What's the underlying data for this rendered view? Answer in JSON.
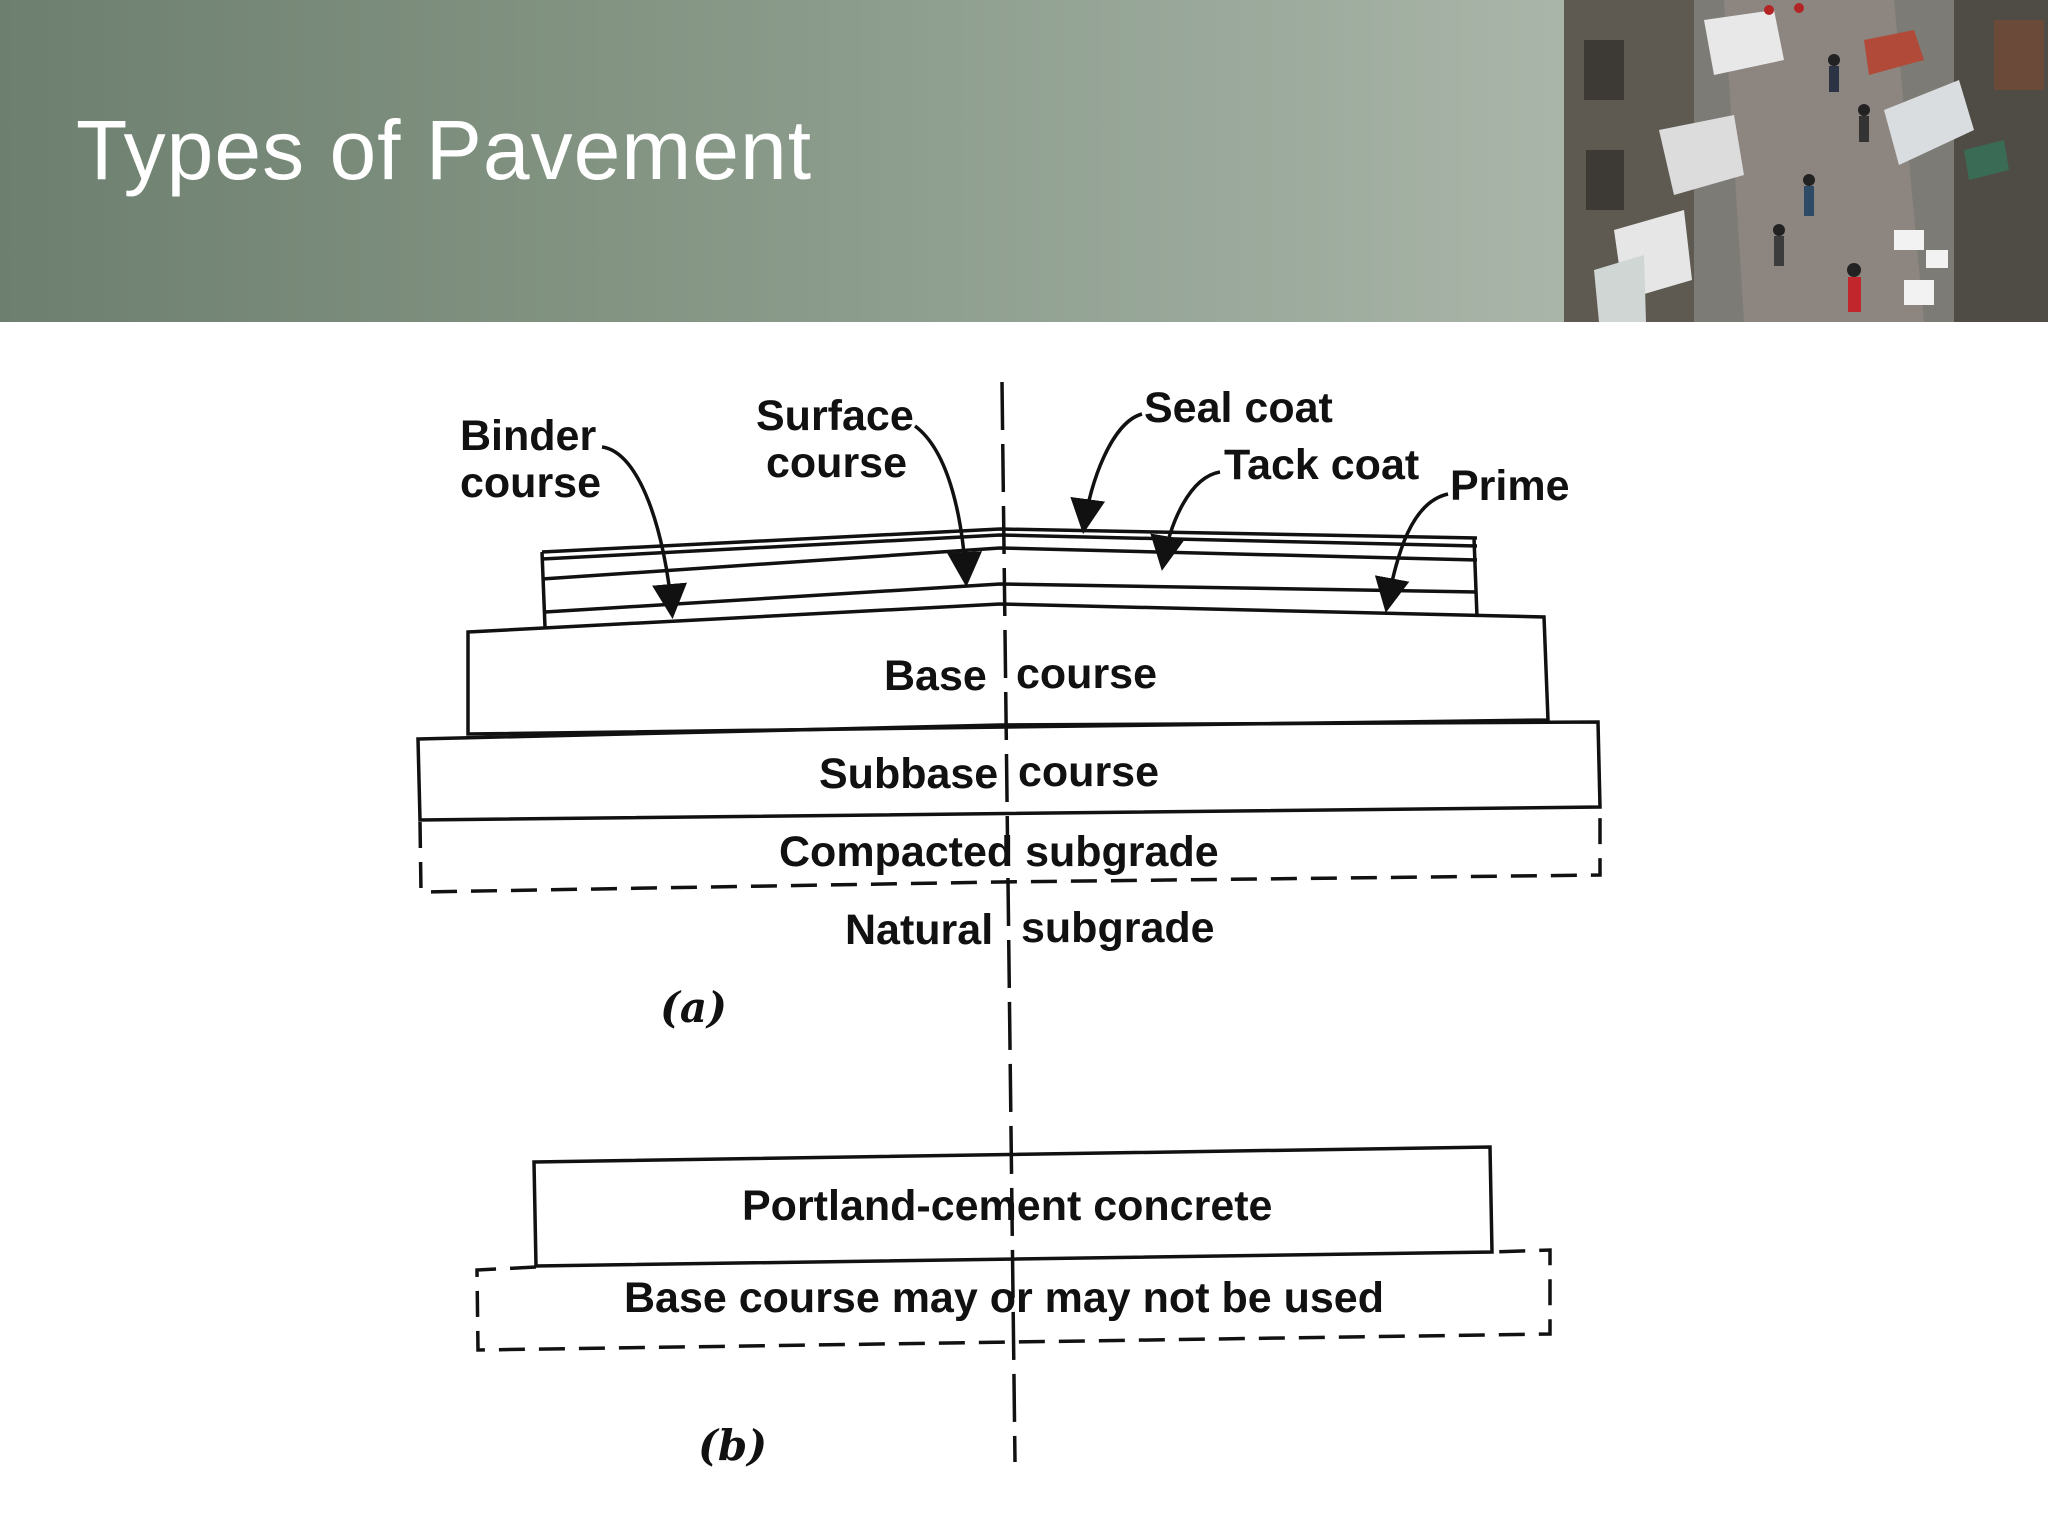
{
  "header": {
    "title": "Types of Pavement"
  },
  "diagram_a": {
    "labels": {
      "binder": [
        "Binder",
        "course"
      ],
      "surface": [
        "Surface",
        "course"
      ],
      "seal_coat": "Seal coat",
      "tack_coat": "Tack coat",
      "prime": "Prime",
      "base_left": "Base",
      "base_right": "course",
      "subbase_left": "Subbase",
      "subbase_right": "course",
      "compacted": "Compacted subgrade",
      "natural_left": "Natural",
      "natural_right": "subgrade"
    },
    "caption": "(a)"
  },
  "diagram_b": {
    "labels": {
      "concrete": "Portland-cement concrete",
      "base": "Base course may or may not be used"
    },
    "caption": "(b)"
  },
  "colors": {
    "header_start": "#6d7f6f",
    "header_end": "#a9b5a8",
    "ink": "#111111"
  }
}
